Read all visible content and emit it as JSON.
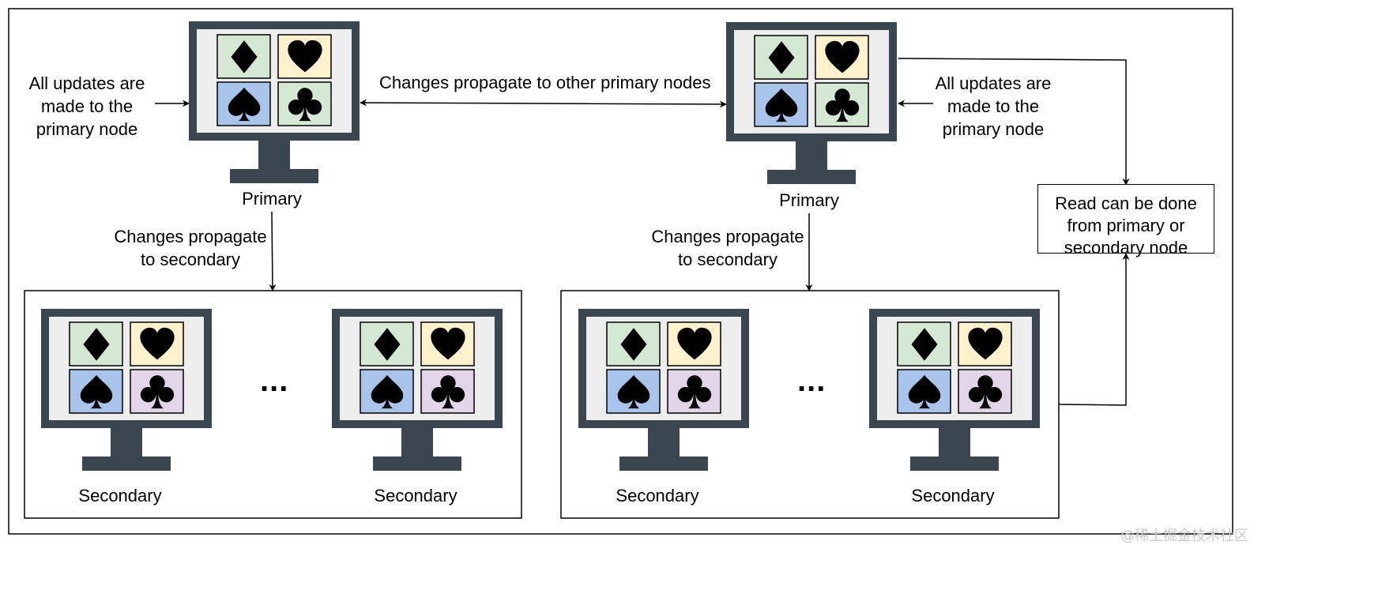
{
  "labels": {
    "left_updates": [
      "All updates are",
      "made to the",
      "primary node"
    ],
    "right_updates": [
      "All updates are",
      "made to the",
      "primary node"
    ],
    "propagate_primary": "Changes propagate to other primary nodes",
    "left_primary": "Primary",
    "right_primary": "Primary",
    "left_propagate_secondary": [
      "Changes propagate",
      "to secondary"
    ],
    "right_propagate_secondary": [
      "Changes propagate",
      "to secondary"
    ],
    "secondary": "Secondary",
    "ellipsis": "...",
    "read_box": [
      "Read can be done",
      "from primary or",
      "secondary node"
    ]
  },
  "watermark": "@稀土掘金技术社区",
  "monitor_colors": {
    "frame": "#3a4650",
    "screen": "#eeeeee",
    "diamond_bg": "#d5e8d4",
    "heart_bg": "#fff2cc",
    "spade_bg": "#a9c4eb",
    "club_bg_primary": "#d5e8d4",
    "club_bg_secondary": "#e1d5e7"
  },
  "icons": [
    "diamond-icon",
    "heart-icon",
    "spade-icon",
    "club-icon"
  ]
}
